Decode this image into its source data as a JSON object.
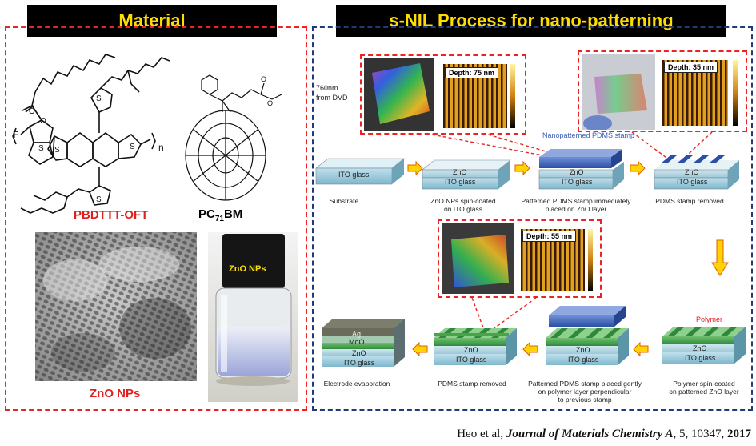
{
  "left": {
    "title": "Material",
    "polymer_label": "PBDTTT-OFT",
    "pc71bm": {
      "prefix": "PC",
      "sub": "71",
      "suffix": "BM"
    },
    "polymer_f": "F",
    "polymer_n": "n",
    "zno_tem_label": "ZnO NPs",
    "vial_label": "ZnO NPs"
  },
  "right": {
    "title": "s-NIL Process for nano-patterning",
    "dvd_note_line1": "760nm",
    "dvd_note_line2": "from DVD",
    "depth1": "Depth: 75 nm",
    "depth2": "Depth: 35 nm",
    "depth3": "Depth: 55 nm",
    "stamp_label": "Nanopatterned PDMS stamp",
    "polymer_label": "Polymer",
    "layers": {
      "ito": "ITO glass",
      "zno": "ZnO",
      "ag": "Ag",
      "moo": "MoO"
    },
    "steps": {
      "s1": "Substrate",
      "s2_l1": "ZnO NPs spin-coated",
      "s2_l2": "on ITO glass",
      "s3_l1": "Patterned PDMS stamp immediately",
      "s3_l2": "placed on ZnO layer",
      "s4": "PDMS stamp removed",
      "s5_l1": "Polymer spin-coated",
      "s5_l2": "on patterned ZnO layer",
      "s6_l1": "Patterned PDMS stamp placed gently",
      "s6_l2": "on polymer layer perpendicular",
      "s6_l3": "to previous stamp",
      "s7": "PDMS stamp removed",
      "s8": "Electrode evaporation"
    }
  },
  "citation": {
    "authors": "Heo et al, ",
    "journal": "Journal of Materials Chemistry A",
    "rest": ", 5, 10347, ",
    "year": "2017"
  }
}
